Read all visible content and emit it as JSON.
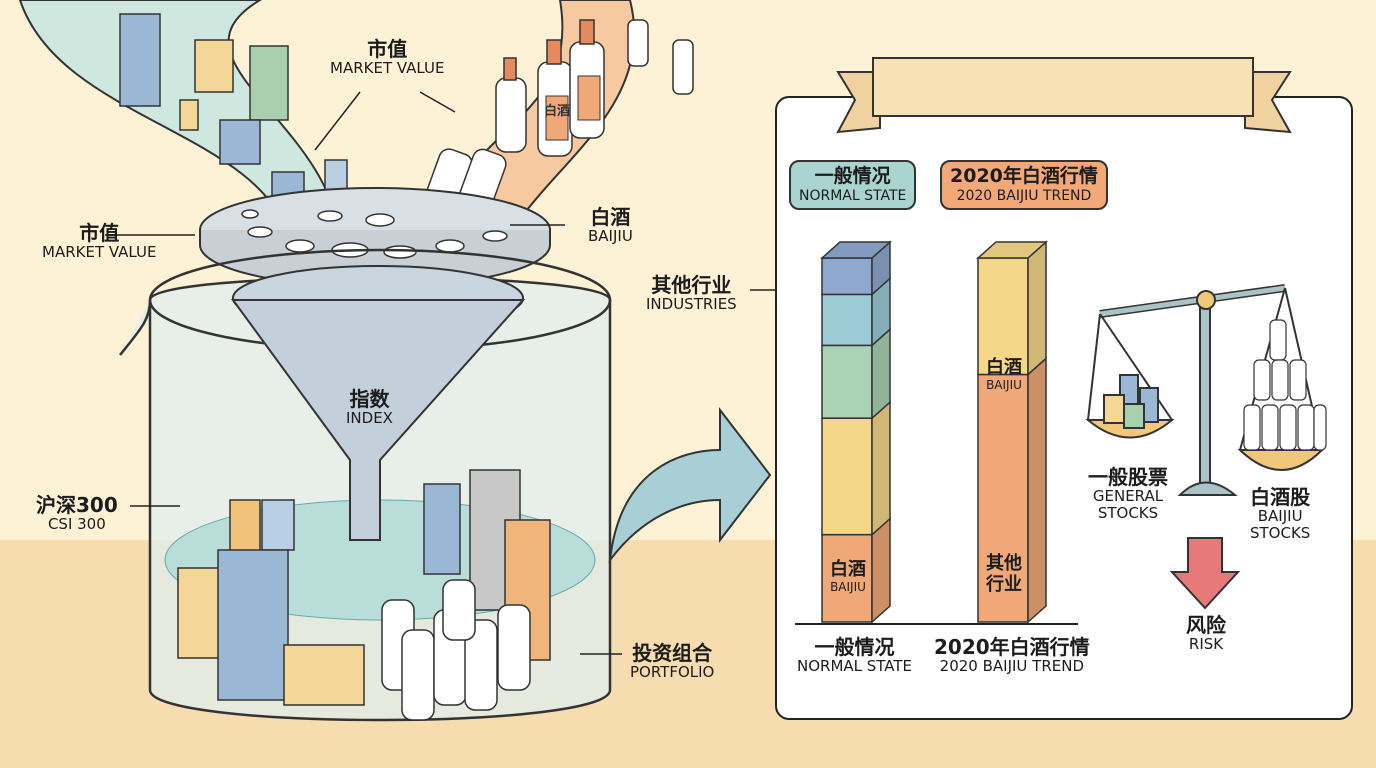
{
  "title_banner": {
    "text": ""
  },
  "left_scene": {
    "market_value_top": {
      "zh": "市值",
      "en": "MARKET VALUE"
    },
    "market_value_left": {
      "zh": "市值",
      "en": "MARKET VALUE"
    },
    "baijiu": {
      "zh": "白酒",
      "en": "BAIJIU"
    },
    "other_industries": {
      "zh": "其他行业",
      "en": "INDUSTRIES"
    },
    "index": {
      "zh": "指数",
      "en": "INDEX"
    },
    "csi300": {
      "zh": "沪深300",
      "en": "CSI 300"
    },
    "portfolio": {
      "zh": "投资组合",
      "en": "PORTFOLIO"
    },
    "bottle_label": "白酒"
  },
  "comparison": {
    "bubbles": [
      {
        "zh": "一般情况",
        "en": "NORMAL STATE",
        "color": "#a9d4cf"
      },
      {
        "zh": "2020年白酒行情",
        "en": "2020 BAIJIU TREND",
        "color": "#f2a977"
      }
    ],
    "axis_labels": [
      {
        "zh": "一般情况",
        "en": "NORMAL STATE"
      },
      {
        "zh": "2020年白酒行情",
        "en": "2020 BAIJIU TREND"
      }
    ],
    "segment_labels": {
      "normal_baijiu": {
        "zh": "白酒",
        "en": "BAIJIU"
      },
      "trend_baijiu": {
        "zh": "白酒",
        "en": "BAIJIU"
      },
      "trend_other": {
        "zh": "其他\n行业"
      }
    }
  },
  "chart_data": {
    "type": "bar",
    "stacked": true,
    "title": "",
    "categories": [
      "NORMAL STATE",
      "2020 BAIJIU TREND"
    ],
    "series": [
      {
        "name": "白酒 BAIJIU",
        "color": "#f0a878",
        "values": [
          24,
          68
        ]
      },
      {
        "name": "其他行业 (yellow)",
        "color": "#f5d78a",
        "values": [
          32,
          32
        ]
      },
      {
        "name": "其他行业 (green)",
        "color": "#a9d3b4",
        "values": [
          20,
          0
        ]
      },
      {
        "name": "其他行业 (teal)",
        "color": "#9ccdd6",
        "values": [
          14,
          0
        ]
      },
      {
        "name": "其他行业 (blue)",
        "color": "#8ea9cf",
        "values": [
          10,
          0
        ]
      }
    ],
    "ylim": [
      0,
      100
    ],
    "xlabel": "",
    "ylabel": ""
  },
  "balance": {
    "left": {
      "zh": "一般股票",
      "en1": "GENERAL",
      "en2": "STOCKS"
    },
    "right": {
      "zh": "白酒股",
      "en1": "BAIJIU",
      "en2": "STOCKS"
    },
    "risk": {
      "zh": "风险",
      "en": "RISK"
    }
  }
}
